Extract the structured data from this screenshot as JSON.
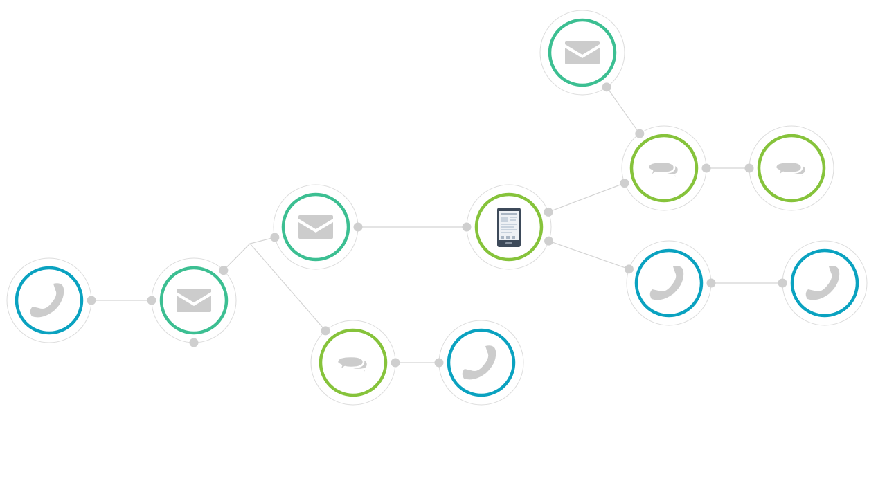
{
  "palette": {
    "call": "#0aa2c0",
    "email": "#3cbf92",
    "chat": "#86c33b",
    "device": "#86c33b",
    "icon": "#cccccc",
    "port": "#cfcfcf",
    "connector": "#d4d4d4"
  },
  "nodes": [
    {
      "id": "n1",
      "type": "call",
      "icon": "phone-icon"
    },
    {
      "id": "n2",
      "type": "email",
      "icon": "envelope-icon"
    },
    {
      "id": "n3",
      "type": "email",
      "icon": "envelope-icon"
    },
    {
      "id": "n4",
      "type": "chat",
      "icon": "chat-bubbles-icon"
    },
    {
      "id": "n5",
      "type": "call",
      "icon": "phone-icon"
    },
    {
      "id": "n6",
      "type": "device",
      "icon": "smartphone-icon"
    },
    {
      "id": "n7",
      "type": "email",
      "icon": "envelope-icon"
    },
    {
      "id": "n8",
      "type": "chat",
      "icon": "chat-bubbles-icon"
    },
    {
      "id": "n9",
      "type": "chat",
      "icon": "chat-bubbles-icon"
    },
    {
      "id": "n10",
      "type": "call",
      "icon": "phone-icon"
    },
    {
      "id": "n11",
      "type": "call",
      "icon": "phone-icon"
    }
  ],
  "edges": [
    {
      "from": "n1",
      "to": "n2"
    },
    {
      "from": "n2",
      "to": "n3"
    },
    {
      "from": "n2",
      "to": "n4"
    },
    {
      "from": "n4",
      "to": "n5"
    },
    {
      "from": "n3",
      "to": "n6"
    },
    {
      "from": "n6",
      "to": "n8"
    },
    {
      "from": "n7",
      "to": "n8"
    },
    {
      "from": "n8",
      "to": "n9"
    },
    {
      "from": "n6",
      "to": "n10"
    },
    {
      "from": "n10",
      "to": "n11"
    }
  ]
}
